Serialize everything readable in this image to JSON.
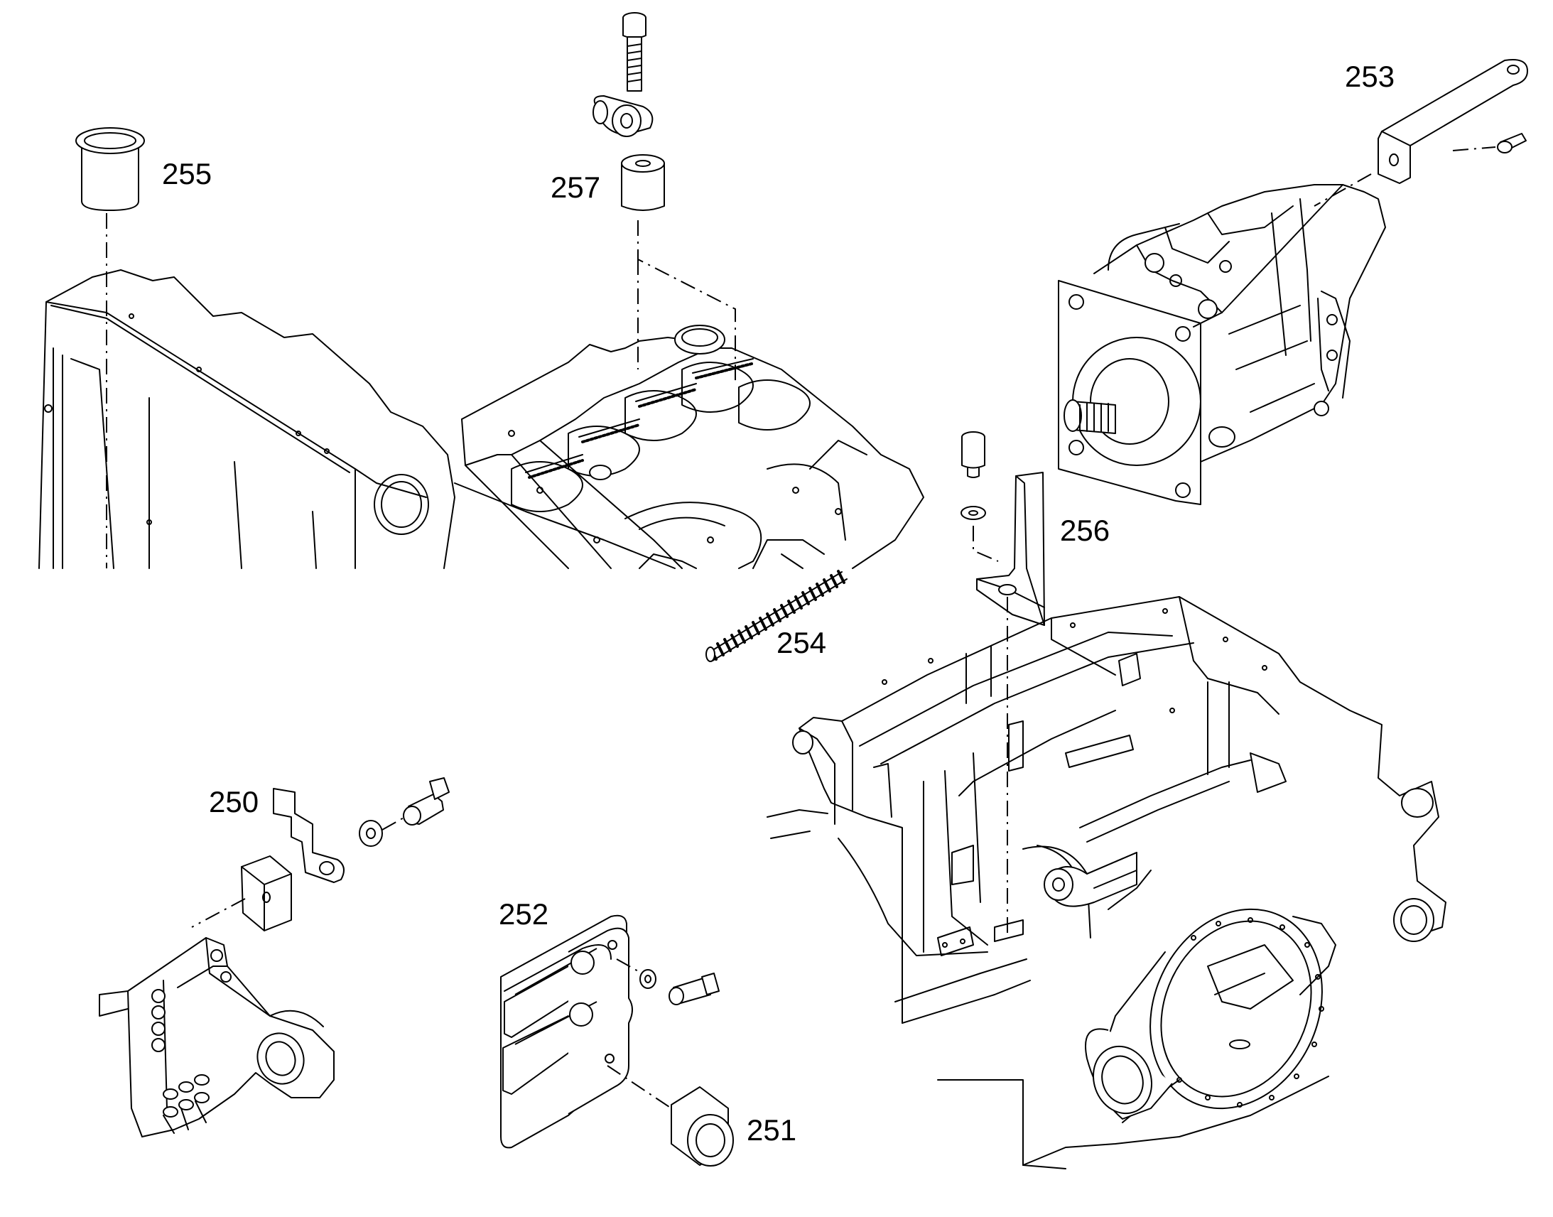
{
  "callouts": {
    "c250": "250",
    "c251": "251",
    "c252": "252",
    "c253": "253",
    "c254": "254",
    "c255": "255",
    "c256": "256",
    "c257": "257"
  },
  "colors": {
    "line": "#000000",
    "background": "#ffffff"
  }
}
